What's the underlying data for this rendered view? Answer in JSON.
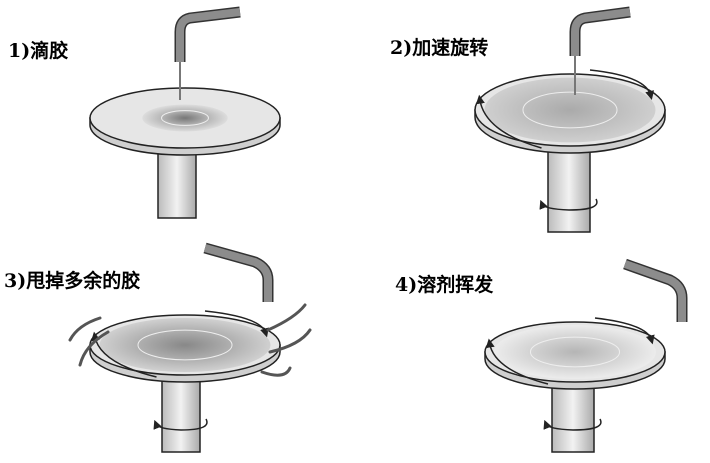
{
  "steps": [
    {
      "label": "1)滴胶"
    },
    {
      "label": "2)加速旋转"
    },
    {
      "label": "3)甩掉多余的胶"
    },
    {
      "label": "4)溶剂挥发"
    }
  ],
  "colors": {
    "line": "#222222",
    "disk": "#e6e6e6",
    "resist": "#9a9a9a",
    "nozzle": "#8c8c8c"
  }
}
